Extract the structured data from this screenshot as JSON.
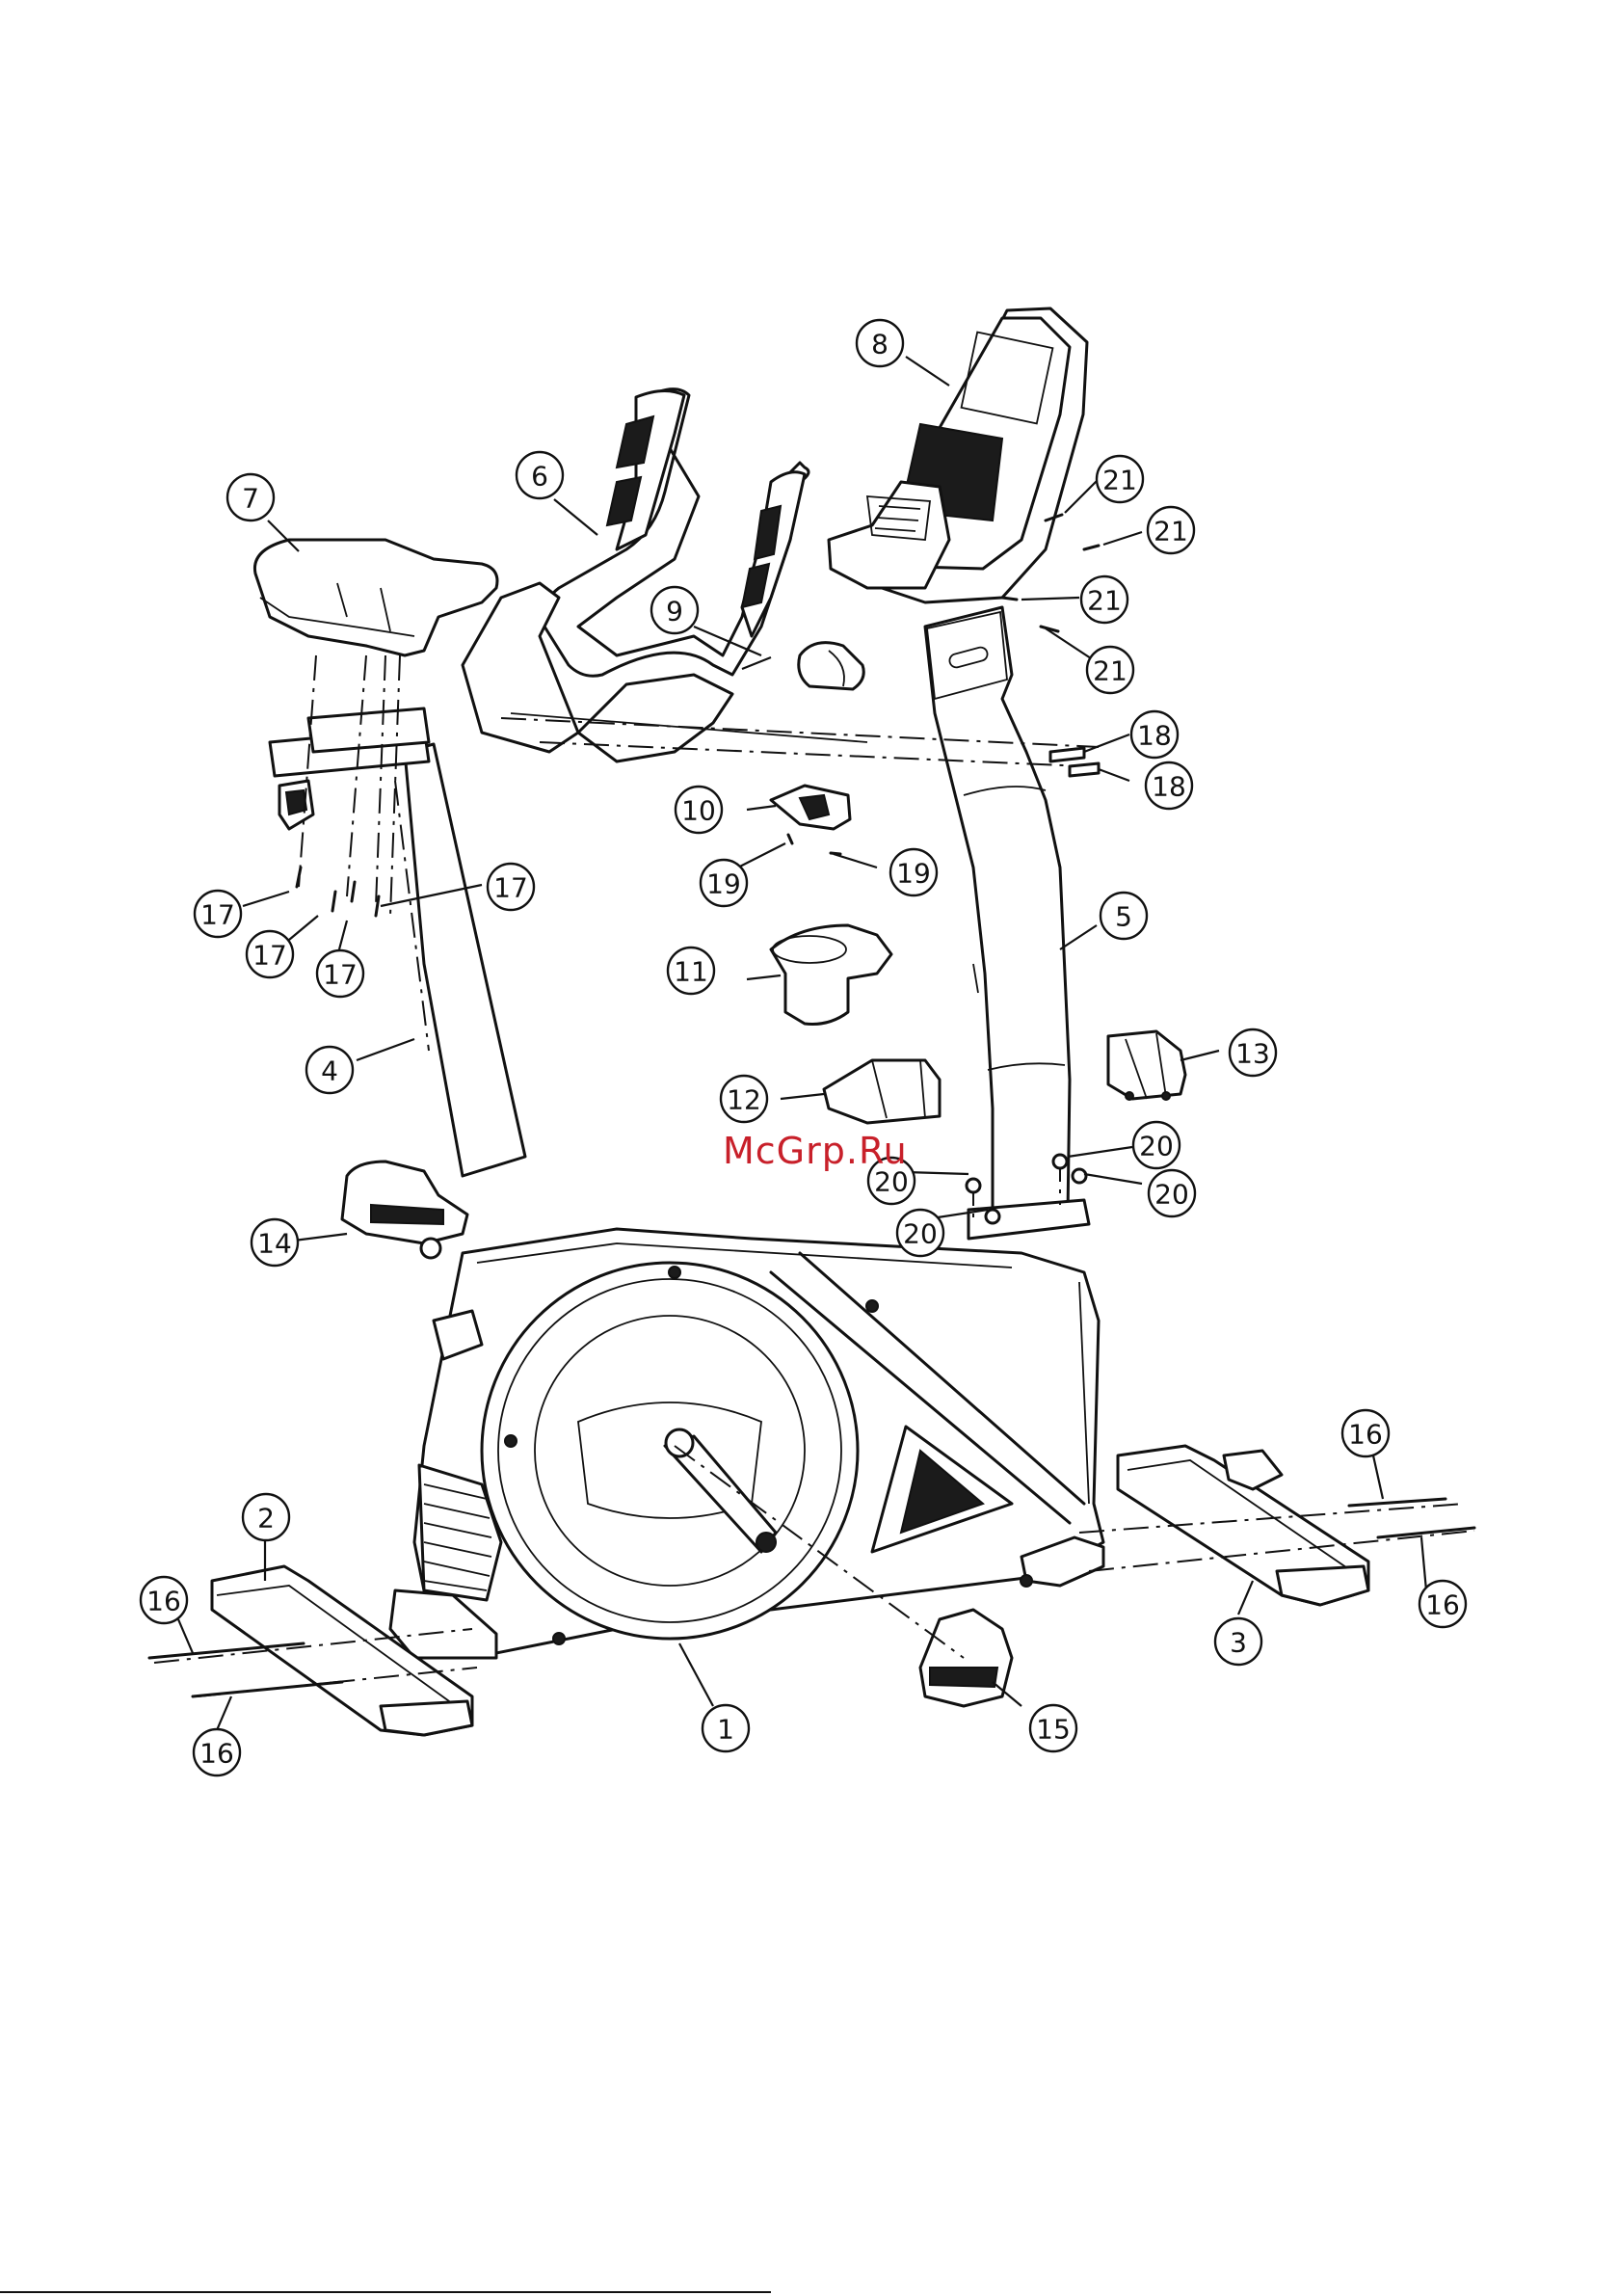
{
  "watermark": "McGrp.Ru",
  "callouts": [
    {
      "id": "c1",
      "label": "1"
    },
    {
      "id": "c2",
      "label": "2"
    },
    {
      "id": "c3",
      "label": "3"
    },
    {
      "id": "c4",
      "label": "4"
    },
    {
      "id": "c5",
      "label": "5"
    },
    {
      "id": "c6",
      "label": "6"
    },
    {
      "id": "c7",
      "label": "7"
    },
    {
      "id": "c8",
      "label": "8"
    },
    {
      "id": "c9",
      "label": "9"
    },
    {
      "id": "c10",
      "label": "10"
    },
    {
      "id": "c11",
      "label": "11"
    },
    {
      "id": "c12",
      "label": "12"
    },
    {
      "id": "c13",
      "label": "13"
    },
    {
      "id": "c14",
      "label": "14"
    },
    {
      "id": "c15",
      "label": "15"
    },
    {
      "id": "c16a",
      "label": "16"
    },
    {
      "id": "c16b",
      "label": "16"
    },
    {
      "id": "c16c",
      "label": "16"
    },
    {
      "id": "c16d",
      "label": "16"
    },
    {
      "id": "c17a",
      "label": "17"
    },
    {
      "id": "c17b",
      "label": "17"
    },
    {
      "id": "c17c",
      "label": "17"
    },
    {
      "id": "c17d",
      "label": "17"
    },
    {
      "id": "c18a",
      "label": "18"
    },
    {
      "id": "c18b",
      "label": "18"
    },
    {
      "id": "c19a",
      "label": "19"
    },
    {
      "id": "c19b",
      "label": "19"
    },
    {
      "id": "c20a",
      "label": "20"
    },
    {
      "id": "c20b",
      "label": "20"
    },
    {
      "id": "c20c",
      "label": "20"
    },
    {
      "id": "c20d",
      "label": "20"
    },
    {
      "id": "c21a",
      "label": "21"
    },
    {
      "id": "c21b",
      "label": "21"
    },
    {
      "id": "c21c",
      "label": "21"
    },
    {
      "id": "c21d",
      "label": "21"
    }
  ]
}
